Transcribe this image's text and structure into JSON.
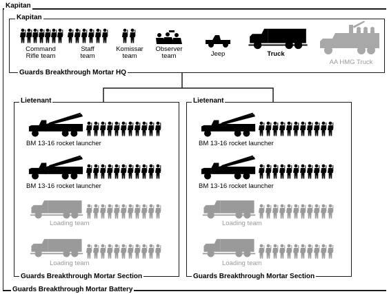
{
  "battery": {
    "rank": "Kapitan",
    "caption": "Guards Breakthrough Mortar Battery"
  },
  "hq": {
    "rank": "Kapitan",
    "caption": "Guards Breakthrough Mortar HQ",
    "units": [
      {
        "label_line1": "Command",
        "label_line2": "Rifle team",
        "active": true
      },
      {
        "label_line1": "Staff",
        "label_line2": "team",
        "active": true
      },
      {
        "label_line1": "Komissar",
        "label_line2": "team",
        "active": true
      },
      {
        "label_line1": "Observer",
        "label_line2": "team",
        "active": true
      },
      {
        "label_line1": "Jeep",
        "label_line2": "",
        "active": true
      },
      {
        "label_line1": "Truck",
        "label_line2": "",
        "active": true
      },
      {
        "label_line1": "AA HMG Truck",
        "label_line2": "",
        "active": false
      }
    ]
  },
  "sections": [
    {
      "rank": "Lietenant",
      "caption": "Guards Breakthrough Mortar Section",
      "rows": [
        {
          "label": "BM 13-16 rocket launcher",
          "active": true
        },
        {
          "label": "BM 13-16 rocket launcher",
          "active": true
        },
        {
          "label": "Loading team",
          "active": false
        },
        {
          "label": "Loading team",
          "active": false
        }
      ]
    },
    {
      "rank": "Lietenant",
      "caption": "Guards Breakthrough Mortar Section",
      "rows": [
        {
          "label": "BM 13-16 rocket launcher",
          "active": true
        },
        {
          "label": "BM 13-16 rocket launcher",
          "active": true
        },
        {
          "label": "Loading team",
          "active": false
        },
        {
          "label": "Loading team",
          "active": false
        }
      ]
    }
  ],
  "colors": {
    "active": "#000000",
    "inactive": "#9a9a9a",
    "frame": "#1a1a1a"
  }
}
